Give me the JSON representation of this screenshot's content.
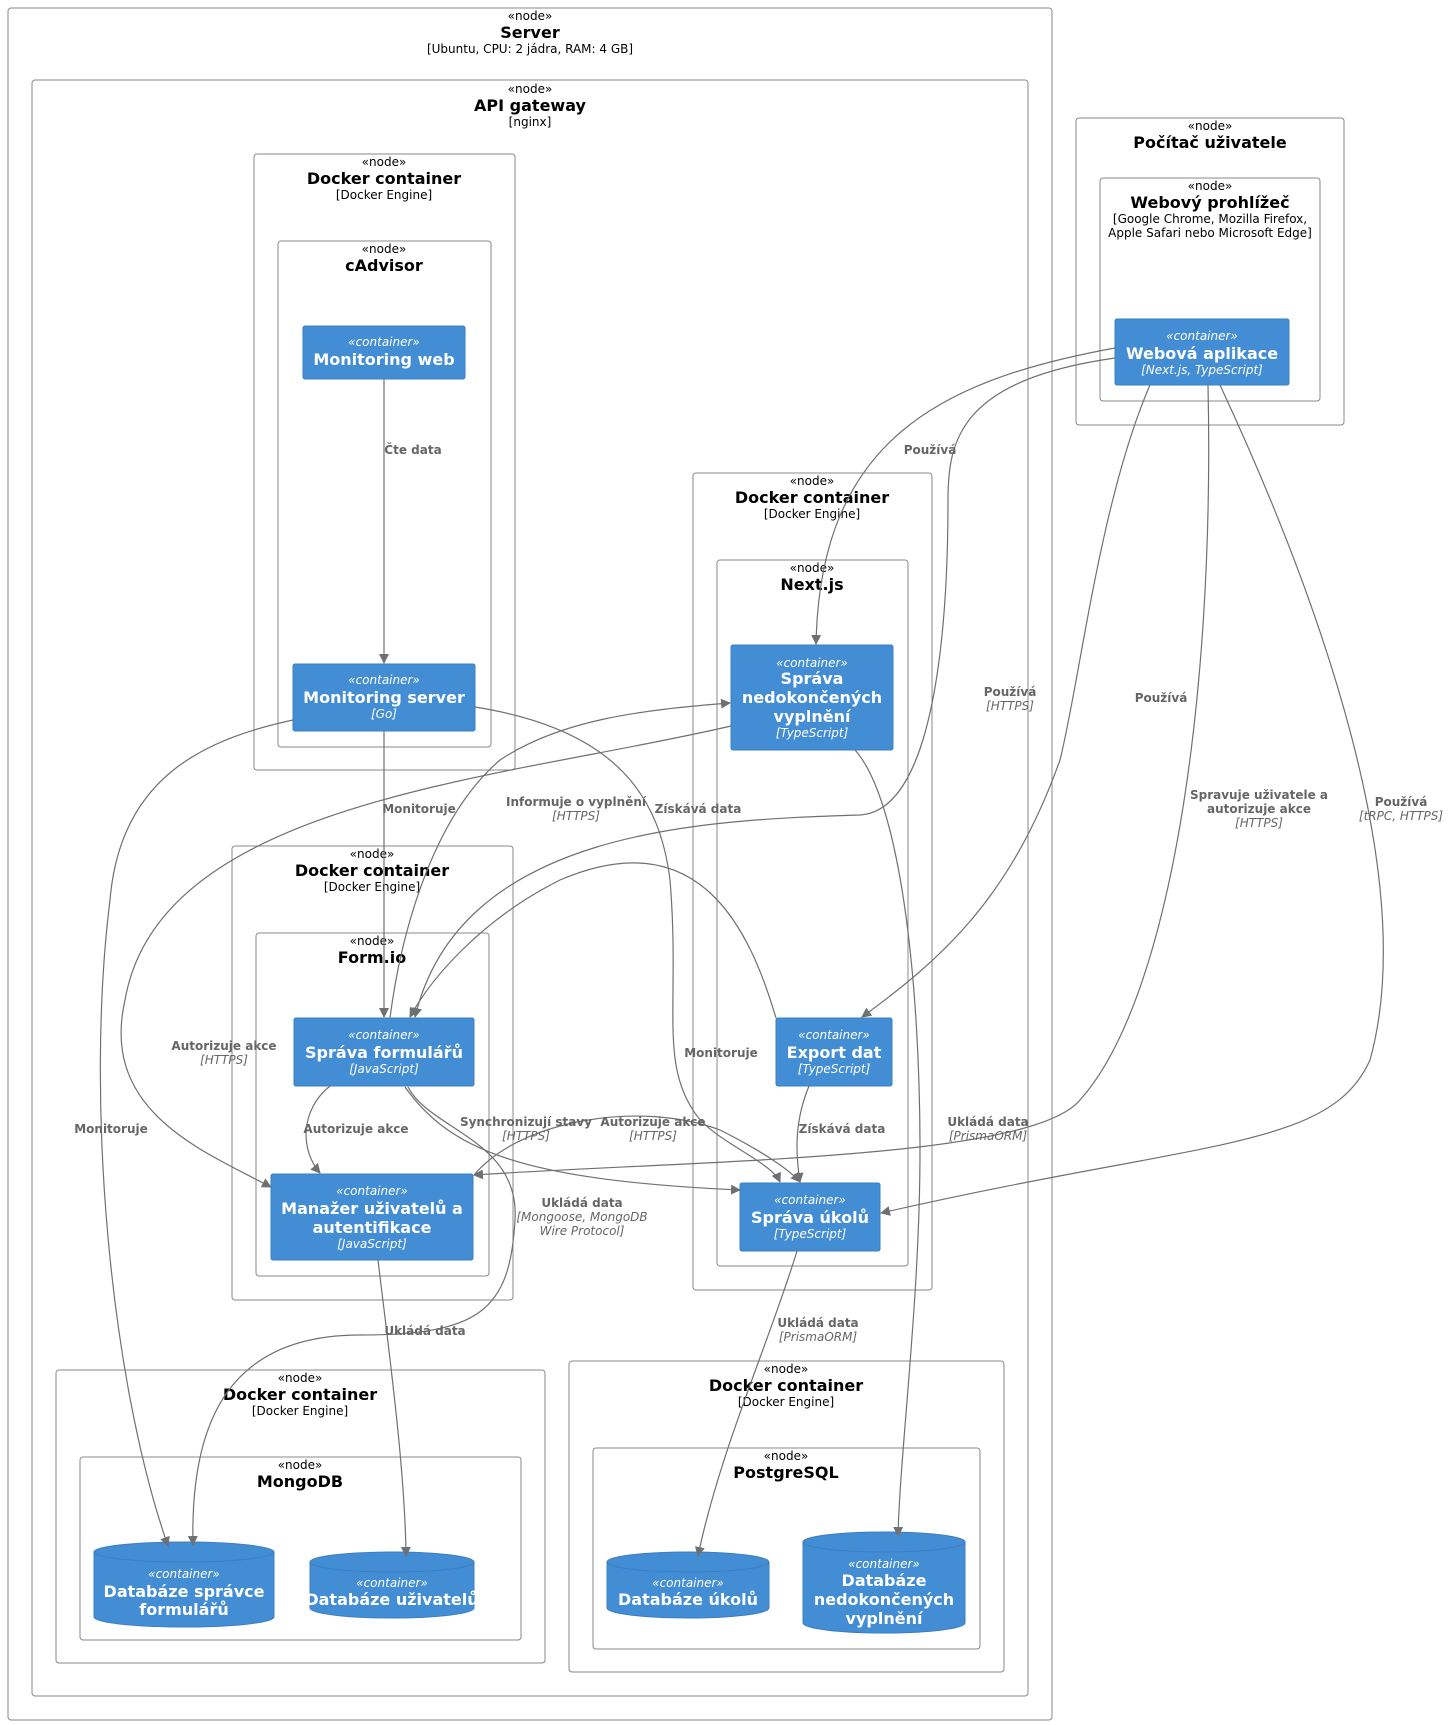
{
  "nodes": {
    "server": {
      "stereotype": "«node»",
      "title": "Server",
      "tech": "[Ubuntu, CPU: 2 jádra, RAM: 4 GB]"
    },
    "api_gateway": {
      "stereotype": "«node»",
      "title": "API gateway",
      "tech": "[nginx]"
    },
    "docker_cadvisor": {
      "stereotype": "«node»",
      "title": "Docker container",
      "tech": "[Docker Engine]"
    },
    "cadvisor": {
      "stereotype": "«node»",
      "title": "cAdvisor"
    },
    "docker_formio": {
      "stereotype": "«node»",
      "title": "Docker container",
      "tech": "[Docker Engine]"
    },
    "formio": {
      "stereotype": "«node»",
      "title": "Form.io"
    },
    "docker_nextjs": {
      "stereotype": "«node»",
      "title": "Docker container",
      "tech": "[Docker Engine]"
    },
    "nextjs": {
      "stereotype": "«node»",
      "title": "Next.js"
    },
    "docker_mongo": {
      "stereotype": "«node»",
      "title": "Docker container",
      "tech": "[Docker Engine]"
    },
    "mongodb": {
      "stereotype": "«node»",
      "title": "MongoDB"
    },
    "docker_postgres": {
      "stereotype": "«node»",
      "title": "Docker container",
      "tech": "[Docker Engine]"
    },
    "postgresql": {
      "stereotype": "«node»",
      "title": "PostgreSQL"
    },
    "user_pc": {
      "stereotype": "«node»",
      "title": "Počítač uživatele"
    },
    "browser": {
      "stereotype": "«node»",
      "title": "Webový prohlížeč",
      "tech_line1": "[Google Chrome, Mozilla Firefox,",
      "tech_line2": "Apple Safari nebo Microsoft Edge]"
    }
  },
  "containers": {
    "monitoring_web": {
      "stereotype": "«container»",
      "title": "Monitoring web"
    },
    "monitoring_server": {
      "stereotype": "«container»",
      "title": "Monitoring server",
      "tech": "[Go]"
    },
    "sprava_nedokoncenych": {
      "stereotype": "«container»",
      "title_line1": "Správa",
      "title_line2": "nedokončených",
      "title_line3": "vyplnění",
      "tech": "[TypeScript]"
    },
    "sprava_formularu": {
      "stereotype": "«container»",
      "title": "Správa formulářů",
      "tech": "[JavaScript]"
    },
    "manazer": {
      "stereotype": "«container»",
      "title_line1": "Manažer uživatelů a",
      "title_line2": "autentifikace",
      "tech": "[JavaScript]"
    },
    "export_dat": {
      "stereotype": "«container»",
      "title": "Export dat",
      "tech": "[TypeScript]"
    },
    "sprava_ukolu": {
      "stereotype": "«container»",
      "title": "Správa úkolů",
      "tech": "[TypeScript]"
    },
    "webova_aplikace": {
      "stereotype": "«container»",
      "title": "Webová aplikace",
      "tech": "[Next.js, TypeScript]"
    },
    "db_formularu": {
      "stereotype": "«container»",
      "title_line1": "Databáze správce",
      "title_line2": "formulářů"
    },
    "db_uzivatelu": {
      "stereotype": "«container»",
      "title": "Databáze uživatelů"
    },
    "db_ukolu": {
      "stereotype": "«container»",
      "title": "Databáze úkolů"
    },
    "db_nedokoncenych": {
      "stereotype": "«container»",
      "title_line1": "Databáze",
      "title_line2": "nedokončených",
      "title_line3": "vyplnění"
    }
  },
  "relations": {
    "cte_data": {
      "label": "Čte data"
    },
    "pouziva_sprava_nedok": {
      "label": "Používá"
    },
    "pouziva_https": {
      "label": "Používá",
      "tech": "[HTTPS]"
    },
    "pouziva_export": {
      "label": "Používá"
    },
    "spravuje": {
      "label_line1": "Spravuje uživatele a",
      "label_line2": "autorizuje akce",
      "tech": "[HTTPS]"
    },
    "pouziva_trpc": {
      "label": "Používá",
      "tech": "[tRPC, HTTPS]"
    },
    "monitoruje_formio": {
      "label": "Monitoruje"
    },
    "informuje": {
      "label": "Informuje o vyplnění",
      "tech": "[HTTPS]"
    },
    "ziskava_data_monitoring": {
      "label": "Získává data"
    },
    "autorizuje_https_left": {
      "label": "Autorizuje akce",
      "tech": "[HTTPS]"
    },
    "monitoruje_mongo": {
      "label": "Monitoruje"
    },
    "monitoruje_nextjs": {
      "label": "Monitoruje"
    },
    "autorizuje_inner": {
      "label": "Autorizuje akce"
    },
    "synchronizuji": {
      "label": "Synchronizují stavy",
      "tech": "[HTTPS]"
    },
    "autorizuje_https_mid": {
      "label": "Autorizuje akce",
      "tech": "[HTTPS]"
    },
    "ziskava_data_export": {
      "label": "Získává data"
    },
    "uklada_prisma_nedok": {
      "label": "Ukládá data",
      "tech": "[PrismaORM]"
    },
    "uklada_mongoose": {
      "label": "Ukládá data",
      "tech_line1": "[Mongoose, MongoDB",
      "tech_line2": "Wire Protocol]"
    },
    "uklada_uzivatele": {
      "label": "Ukládá data"
    },
    "uklada_prisma_ukoly": {
      "label": "Ukládá data",
      "tech": "[PrismaORM]"
    }
  }
}
